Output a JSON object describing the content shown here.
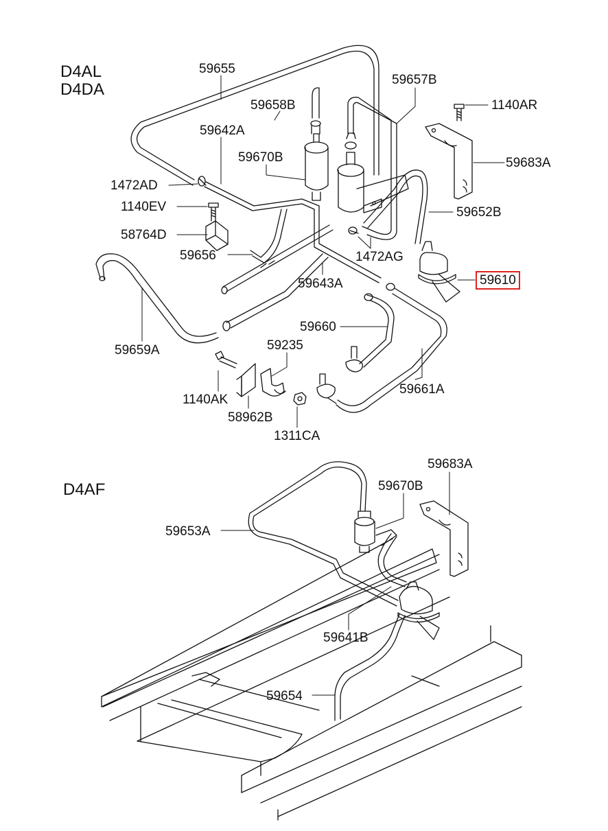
{
  "diagram": {
    "highlight_color": "#e02020",
    "upper_section": {
      "engine_codes": [
        "D4AL",
        "D4DA"
      ],
      "part_labels": {
        "p59655": "59655",
        "p59657B": "59657B",
        "p59658B": "59658B",
        "p59642A": "59642A",
        "p1140AR": "1140AR",
        "p59670B": "59670B",
        "p59683A": "59683A",
        "p1472AD": "1472AD",
        "p1140EV": "1140EV",
        "p59652B": "59652B",
        "p58764D": "58764D",
        "p59656": "59656",
        "p1472AG": "1472AG",
        "p59610": "59610",
        "p59643A": "59643A",
        "p59660": "59660",
        "p59659A": "59659A",
        "p59235": "59235",
        "p59661A": "59661A",
        "p1140AK": "1140AK",
        "p58962B": "58962B",
        "p1311CA": "1311CA"
      },
      "highlighted_part": "59610"
    },
    "lower_section": {
      "engine_code": "D4AF",
      "part_labels": {
        "p59683A": "59683A",
        "p59670B": "59670B",
        "p59653A": "59653A",
        "p59641B": "59641B",
        "p59654": "59654"
      }
    }
  }
}
